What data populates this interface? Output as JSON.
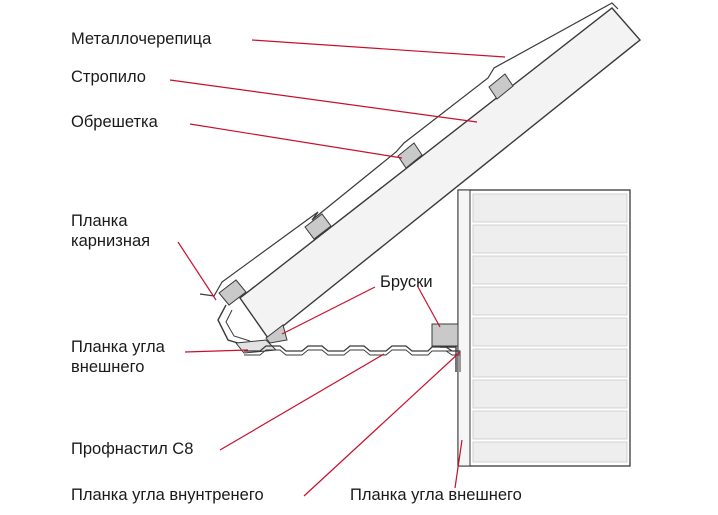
{
  "labels": {
    "metal_tile": "Металлочерепица",
    "rafter": "Стропило",
    "lathing": "Обрешетка",
    "eave_strip_line1": "Планка",
    "eave_strip_line2": "карнизная",
    "outer_corner_left_line1": "Планка угла",
    "outer_corner_left_line2": "внешнего",
    "bars": "Бруски",
    "profiled_sheet": "Профнастил С8",
    "inner_corner": "Планка угла внунтренего",
    "outer_corner_bottom": "Планка угла внешнего"
  },
  "colors": {
    "leader": "#c8102e",
    "outline": "#3a3a3a",
    "fill_light": "#f3f3f3",
    "block_fill": "#c9c9c9",
    "siding": "#eeeeee",
    "text": "#1a1a1a"
  }
}
